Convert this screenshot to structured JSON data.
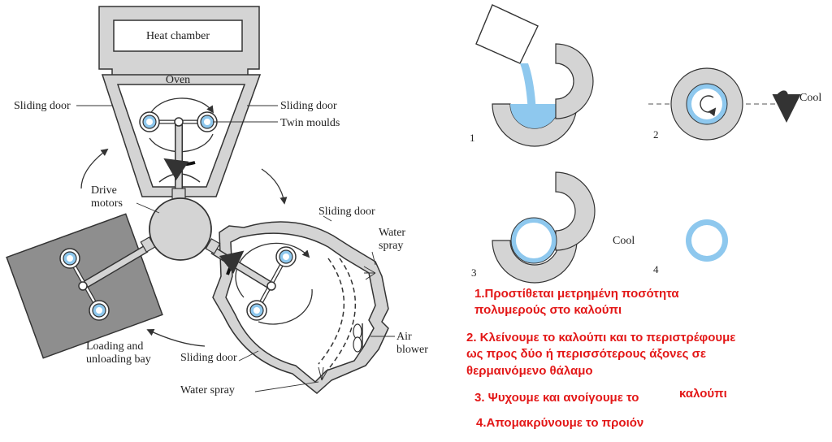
{
  "machine": {
    "heat_chamber": "Heat chamber",
    "oven": "Oven",
    "sliding_door_left": "Sliding door",
    "sliding_door_right": "Sliding door",
    "twin_moulds": "Twin moulds",
    "drive_motors_line1": "Drive",
    "drive_motors_line2": "motors",
    "sliding_door_top": "Sliding door",
    "water_spray_top_line1": "Water",
    "water_spray_top_line2": "spray",
    "air_blower_line1": "Air",
    "air_blower_line2": "blower",
    "sliding_door_bottom": "Sliding door",
    "water_spray_bottom": "Water spray",
    "loading_line1": "Loading and",
    "loading_line2": "unloading bay"
  },
  "process": {
    "step_numbers": [
      "1",
      "2",
      "3",
      "4"
    ],
    "cool_label_2": "Cool",
    "cool_label_3": "Cool"
  },
  "steps": {
    "s1_line1": "1.Προστίθεται μετρημένη ποσότητα",
    "s1_line2": "πολυμερούς στο καλούπι",
    "s2_line1": "2. Κλείνουμε το καλούπι και το περιστρέφουμε",
    "s2_line2": "ως προς δύο ή περισσότερους άξονες σε",
    "s2_line3": "θερμαινόμενο θάλαμο",
    "s3_a": "3. Ψυχουμε και ανοίγουμε το",
    "s3_b": "καλούπι",
    "s4": "4.Απομακρύνουμε το προιόν"
  },
  "colors": {
    "grey": "#d4d4d4",
    "dark_grey": "#8e8e8e",
    "blue": "#8ec8ee",
    "red": "#e31818",
    "line": "#333333"
  }
}
